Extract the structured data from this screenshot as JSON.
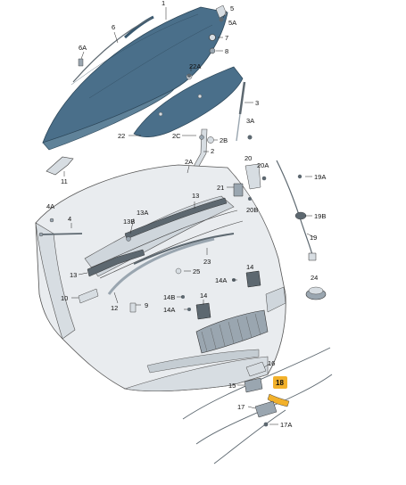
{
  "colors": {
    "part_blue": "#4a6f8a",
    "part_blue_dark": "#38586f",
    "part_light": "#d7dde2",
    "part_mid": "#9aa6b0",
    "part_dark": "#5d6870",
    "body_fill": "#e9ecef",
    "highlight": "#f2b12b"
  },
  "labels": {
    "l1": "1",
    "l6": "6",
    "l6a": "6A",
    "l5": "5",
    "l5a": "5A",
    "l7": "7",
    "l8": "8",
    "l22a": "22A",
    "l3": "3",
    "l3a": "3A",
    "l22": "22",
    "l2c": "2C",
    "l2b": "2B",
    "l2": "2",
    "l2a": "2A",
    "l11": "11",
    "l20": "20",
    "l20a": "20A",
    "l19a": "19A",
    "l21": "21",
    "l20b": "20B",
    "l19b": "19B",
    "l19": "19",
    "l4a": "4A",
    "l4": "4",
    "l13a": "13A",
    "l13b": "13B",
    "l13_top": "13",
    "l23": "23",
    "l25": "25",
    "l13_left": "13",
    "l14_right": "14",
    "l14a_right": "14A",
    "l24": "24",
    "l10": "10",
    "l12": "12",
    "l9": "9",
    "l14b": "14B",
    "l14a_mid": "14A",
    "l14_mid": "14",
    "l16": "16",
    "l15": "15",
    "l18": "18",
    "l17": "17",
    "l17a": "17A"
  }
}
